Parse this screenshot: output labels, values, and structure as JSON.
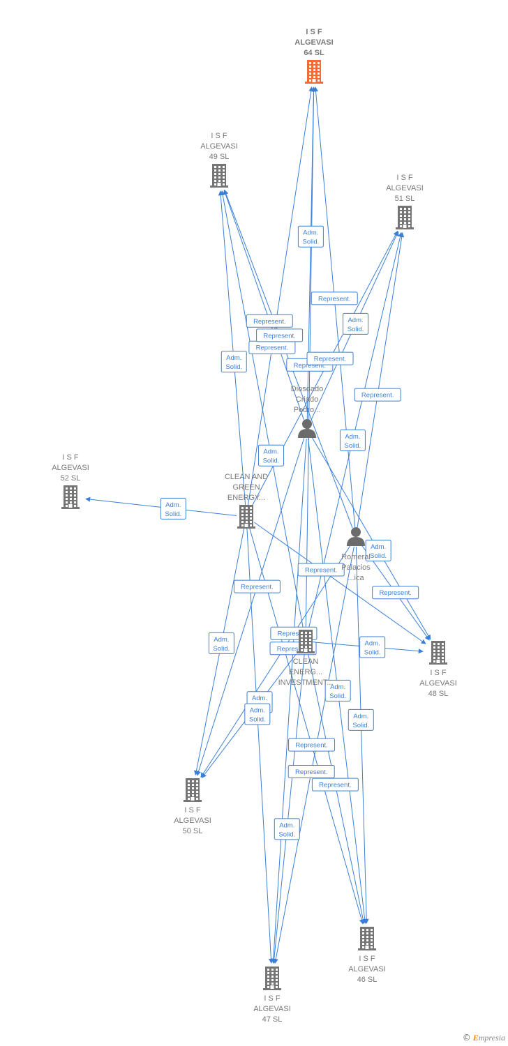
{
  "colors": {
    "edge": "#3a7fd6",
    "company": "#757575",
    "focus": "#f26b3a",
    "person": "#6b6b6b"
  },
  "nodes": [
    {
      "id": "n64",
      "kind": "company",
      "focus": true,
      "lines": [
        "I S F",
        "ALGEVASI",
        "64  SL"
      ]
    },
    {
      "id": "n49",
      "kind": "company",
      "lines": [
        "I S F",
        "ALGEVASI",
        "49 SL"
      ]
    },
    {
      "id": "n51",
      "kind": "company",
      "lines": [
        "I S F",
        "ALGEVASI",
        "51 SL"
      ]
    },
    {
      "id": "n52",
      "kind": "company",
      "lines": [
        "I S F",
        "ALGEVASI",
        "52 SL"
      ]
    },
    {
      "id": "diosdado",
      "kind": "person",
      "lines": [
        "Diosdado",
        "Criado",
        "Pedro..."
      ]
    },
    {
      "id": "clean_green",
      "kind": "company",
      "lines": [
        "CLEAN AND",
        "GREEN",
        "ENERGY..."
      ]
    },
    {
      "id": "romeral",
      "kind": "person",
      "lines": [
        "Romeral",
        "Palacios",
        "...ica"
      ]
    },
    {
      "id": "clean_inv",
      "kind": "company",
      "lines": [
        "CLEAN",
        "ENERG...",
        "INVESTMENT..."
      ]
    },
    {
      "id": "n48",
      "kind": "company",
      "lines": [
        "I S F",
        "ALGEVASI",
        "48 SL"
      ]
    },
    {
      "id": "n50",
      "kind": "company",
      "lines": [
        "I S F",
        "ALGEVASI",
        "50 SL"
      ]
    },
    {
      "id": "n46",
      "kind": "company",
      "lines": [
        "I S F",
        "ALGEVASI",
        "46 SL"
      ]
    },
    {
      "id": "n47",
      "kind": "company",
      "lines": [
        "I S F",
        "ALGEVASI",
        "47 SL"
      ]
    }
  ],
  "edges": [
    {
      "from": "clean_green",
      "to": "n64",
      "label": "Represent."
    },
    {
      "from": "diosdado",
      "to": "n64",
      "label": "Adm.\nSolid."
    },
    {
      "from": "romeral",
      "to": "n64",
      "label": "Represent."
    },
    {
      "from": "clean_inv",
      "to": "n64",
      "label": "Represent."
    },
    {
      "from": "clean_green",
      "to": "n49",
      "label": "Adm.\nSolid."
    },
    {
      "from": "diosdado",
      "to": "n49",
      "label": "Represent."
    },
    {
      "from": "clean_inv",
      "to": "n49",
      "label": "Adm.\nSolid."
    },
    {
      "from": "romeral",
      "to": "n49",
      "label": "Represent."
    },
    {
      "from": "clean_green",
      "to": "n51",
      "label": "Represent."
    },
    {
      "from": "diosdado",
      "to": "n51",
      "label": "Adm.\nSolid."
    },
    {
      "from": "clean_inv",
      "to": "n51",
      "label": "Adm.\nSolid."
    },
    {
      "from": "romeral",
      "to": "n51",
      "label": "Represent."
    },
    {
      "from": "clean_green",
      "to": "n52",
      "label": "Adm.\nSolid."
    },
    {
      "from": "clean_green",
      "to": "n48",
      "label": "Represent."
    },
    {
      "from": "diosdado",
      "to": "n48",
      "label": "Adm.\nSolid."
    },
    {
      "from": "clean_inv",
      "to": "n48",
      "label": "Adm.\nSolid."
    },
    {
      "from": "romeral",
      "to": "n48",
      "label": "Represent."
    },
    {
      "from": "clean_green",
      "to": "n50",
      "label": "Adm.\nSolid."
    },
    {
      "from": "diosdado",
      "to": "n50",
      "label": "Represent."
    },
    {
      "from": "clean_inv",
      "to": "n50",
      "label": "Adm.\nSolid."
    },
    {
      "from": "romeral",
      "to": "n50",
      "label": "Represent."
    },
    {
      "from": "clean_green",
      "to": "n46",
      "label": "Represent."
    },
    {
      "from": "diosdado",
      "to": "n46",
      "label": "Adm.\nSolid."
    },
    {
      "from": "clean_inv",
      "to": "n46",
      "label": "Represent."
    },
    {
      "from": "romeral",
      "to": "n46",
      "label": "Adm.\nSolid."
    },
    {
      "from": "clean_green",
      "to": "n47",
      "label": "Adm.\nSolid."
    },
    {
      "from": "diosdado",
      "to": "n47",
      "label": "Represent."
    },
    {
      "from": "clean_inv",
      "to": "n47",
      "label": "Adm.\nSolid."
    },
    {
      "from": "romeral",
      "to": "n47",
      "label": "Represent."
    }
  ],
  "watermark": {
    "symbol": "©",
    "initial": "E",
    "rest": "mpresia"
  }
}
